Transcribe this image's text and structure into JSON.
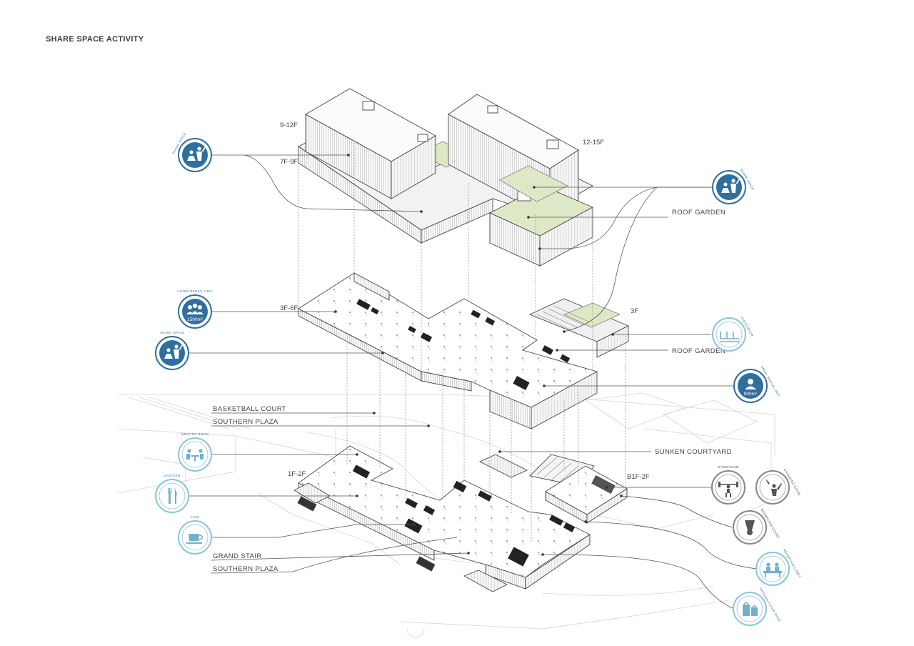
{
  "title": "SHARE SPACE ACTIVITY",
  "floors": {
    "f9_12": "9-12F",
    "f7_9": "7F-9F",
    "f12_15": "12-15F",
    "f3_6": "3F-6F",
    "f3": "3F",
    "f1_2": "1F-2F",
    "b1_2": "B1F-2F"
  },
  "labels": {
    "roof_garden_top": "ROOF GARDEN",
    "roof_garden_mid": "ROOF GARDEN",
    "basketball_court": "BASKETBALL COURT",
    "southern_plaza_mid": "SOUTHERN PLAZA",
    "sunken_courtyard": "SUNKEN COURTYARD",
    "grand_stair": "GRAND STAIR",
    "southern_plaza_bottom": "SOUTHERN PLAZA"
  },
  "icons": {
    "share_space_top_left": {
      "caption": "SHARE SPACE"
    },
    "share_space_top_right": {
      "caption": "SHARE SPACE"
    },
    "large_rental_unit": {
      "caption": "LARGE RENTAL UNIT",
      "area": "1500m²"
    },
    "share_space_mid_left": {
      "caption": "SHARE SPACE"
    },
    "auditorium": {
      "caption": "AUDITORIUM"
    },
    "small_rental_unit": {
      "caption": "SMALL RENTAL UNIT",
      "area": "900m²"
    },
    "meeting_room": {
      "caption": "MEETING ROOM"
    },
    "canteen": {
      "caption": "CANTEEN"
    },
    "cafe": {
      "caption": "CAFE"
    },
    "gymnasium": {
      "caption": "GYMNASIUM"
    },
    "changing_room": {
      "caption": "CHANGING ROOM"
    },
    "badminton_court": {
      "caption": "BADMINTON COURT"
    },
    "reception_lobby": {
      "caption": "RECEPTION LOBBY"
    },
    "ground_floor_shop": {
      "caption": "GROUND FLOOR SHOP"
    }
  },
  "colors": {
    "accent_dark_blue": "#2f6f9f",
    "accent_light_blue": "#8cc4dc",
    "garden_green": "#dfe8c6",
    "line_gray": "#555555"
  }
}
